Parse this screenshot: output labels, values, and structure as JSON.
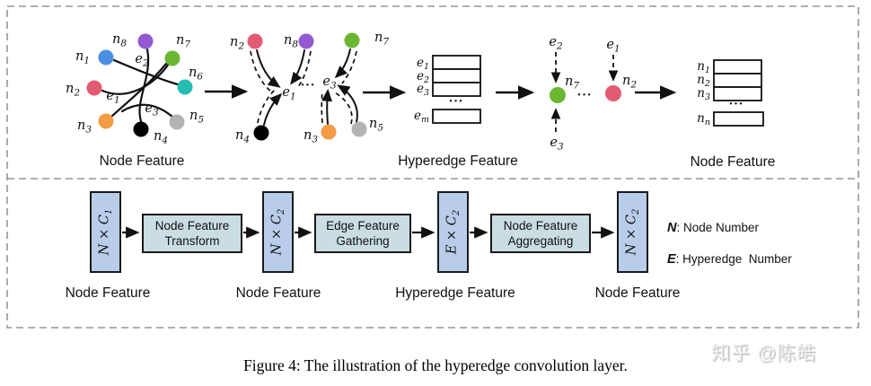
{
  "p1": {
    "graph1": {
      "nodes": [
        {
          "b": "n",
          "s": "1",
          "c": "#4a8fe2"
        },
        {
          "b": "n",
          "s": "2",
          "c": "#e25b72"
        },
        {
          "b": "n",
          "s": "3",
          "c": "#f39b45"
        },
        {
          "b": "n",
          "s": "4",
          "c": "#000000"
        },
        {
          "b": "n",
          "s": "5",
          "c": "#b3b3b3"
        },
        {
          "b": "n",
          "s": "6",
          "c": "#27bcb4"
        },
        {
          "b": "n",
          "s": "7",
          "c": "#6ab832"
        },
        {
          "b": "n",
          "s": "8",
          "c": "#9458d2"
        }
      ],
      "e1": {
        "b": "e",
        "s": "1"
      },
      "e2": {
        "b": "e",
        "s": "2"
      },
      "e3": {
        "b": "e",
        "s": "3"
      },
      "caption": "Node Feature"
    },
    "gather": {
      "nodes": [
        {
          "b": "n",
          "s": "2",
          "c": "#e25b72"
        },
        {
          "b": "n",
          "s": "8",
          "c": "#9458d2"
        },
        {
          "b": "n",
          "s": "7",
          "c": "#6ab832"
        },
        {
          "b": "n",
          "s": "4",
          "c": "#000000"
        },
        {
          "b": "n",
          "s": "3",
          "c": "#f39b45"
        },
        {
          "b": "n",
          "s": "5",
          "c": "#b3b3b3"
        }
      ],
      "e1": {
        "b": "e",
        "s": "1"
      },
      "e3": {
        "b": "e",
        "s": "3"
      },
      "dots": "···"
    },
    "estack": {
      "rows": [
        {
          "b": "e",
          "s": "1"
        },
        {
          "b": "e",
          "s": "2"
        },
        {
          "b": "e",
          "s": "3"
        }
      ],
      "dots": "···",
      "last": {
        "b": "e",
        "s": "m"
      },
      "caption": "Hyperedge Feature"
    },
    "agg": {
      "e2": {
        "b": "e",
        "s": "2"
      },
      "e1": {
        "b": "e",
        "s": "1"
      },
      "e3": {
        "b": "e",
        "s": "3"
      },
      "n7": {
        "b": "n",
        "s": "7",
        "c": "#6ab832"
      },
      "n2": {
        "b": "n",
        "s": "2",
        "c": "#e25b72"
      },
      "dots": "···"
    },
    "nstack": {
      "rows": [
        {
          "b": "n",
          "s": "1"
        },
        {
          "b": "n",
          "s": "2"
        },
        {
          "b": "n",
          "s": "3"
        }
      ],
      "dots": "···",
      "last": {
        "b": "n",
        "s": "n"
      },
      "caption": "Node Feature"
    }
  },
  "p2": {
    "matrices": [
      {
        "b": "N × C",
        "s": "1"
      },
      {
        "b": "N × C",
        "s": "2"
      },
      {
        "b": "E × C",
        "s": "2"
      },
      {
        "b": "N × C",
        "s": "2"
      }
    ],
    "boxes": [
      {
        "l1": "Node Feature",
        "l2": "Transform"
      },
      {
        "l1": "Edge Feature",
        "l2": "Gathering"
      },
      {
        "l1": "Node Feature",
        "l2": "Aggregating"
      }
    ],
    "captions": [
      "Node Feature",
      "Node Feature",
      "Hyperedge Feature",
      "Node Feature"
    ],
    "legend": [
      {
        "k": "N",
        "v": ": Node Number"
      },
      {
        "k": "E",
        "v": ": Hyperedge  Number"
      }
    ]
  },
  "caption": "Figure 4: The illustration of the hyperedge convolution layer.",
  "watermark": "知乎 @陈皓",
  "colors": {
    "matrix_fill": "#b9cdea",
    "process_fill": "#c9dde3",
    "stroke": "#111111",
    "panel_dash": "#969696"
  }
}
